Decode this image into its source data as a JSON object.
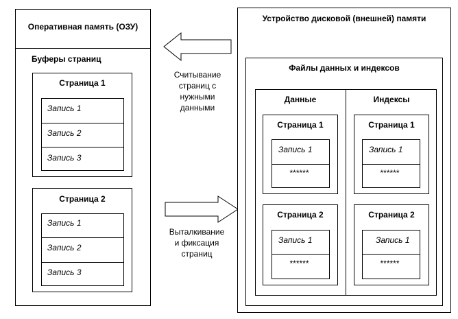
{
  "ram": {
    "title": "Оперативная память (ОЗУ)",
    "buffers_title": "Буферы страниц",
    "page1": {
      "title": "Страница 1",
      "records": [
        "Запись 1",
        "Запись 2",
        "Запись 3"
      ]
    },
    "page2": {
      "title": "Страница 2",
      "records": [
        "Запись 1",
        "Запись 2",
        "Запись 3"
      ]
    }
  },
  "disk": {
    "title": "Устройство дисковой (внешней) памяти",
    "files_title": "Файлы данных и индексов",
    "data": {
      "title": "Данные",
      "page1": {
        "title": "Страница 1",
        "records": [
          "Запись 1",
          "******"
        ]
      },
      "page2": {
        "title": "Страница 2",
        "records": [
          "Запись 1",
          "******"
        ]
      }
    },
    "indexes": {
      "title": "Индексы",
      "page1": {
        "title": "Страница 1",
        "records": [
          "Запись 1",
          "******"
        ]
      },
      "page2": {
        "title": "Страница 2",
        "records": [
          "Запись 1",
          "******"
        ]
      }
    }
  },
  "arrows": {
    "read_caption": [
      "Считывание",
      "страниц с",
      "нужными",
      "данными"
    ],
    "push_caption": [
      "Выталкивание",
      "и фиксация",
      "страниц"
    ]
  }
}
